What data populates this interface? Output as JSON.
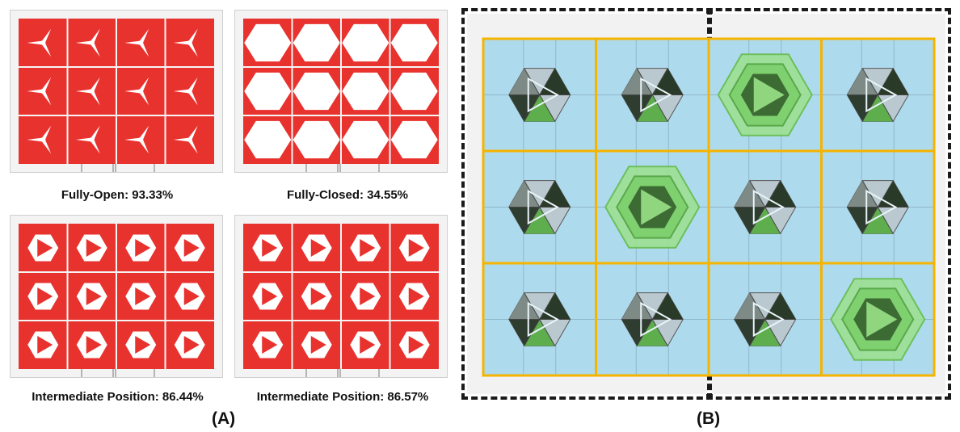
{
  "panelA": {
    "label": "(A)",
    "views": [
      {
        "caption": "Fully-Open: 93.33%",
        "state": "open"
      },
      {
        "caption": "Fully-Closed: 34.55%",
        "state": "closed"
      },
      {
        "caption": "Intermediate Position: 86.44%",
        "state": "intermediate"
      },
      {
        "caption": "Intermediate Position: 86.57%",
        "state": "intermediate"
      }
    ]
  },
  "panelB": {
    "label": "(B)",
    "grid_states": [
      [
        "mid",
        "mid",
        "closed",
        "mid"
      ],
      [
        "mid",
        "closed",
        "mid",
        "mid"
      ],
      [
        "mid",
        "mid",
        "mid",
        "closed"
      ]
    ]
  },
  "colors": {
    "red": "#e8322e",
    "light_blue": "#aedaee",
    "orange": "#f4b400",
    "green": "#7bcf6b"
  }
}
